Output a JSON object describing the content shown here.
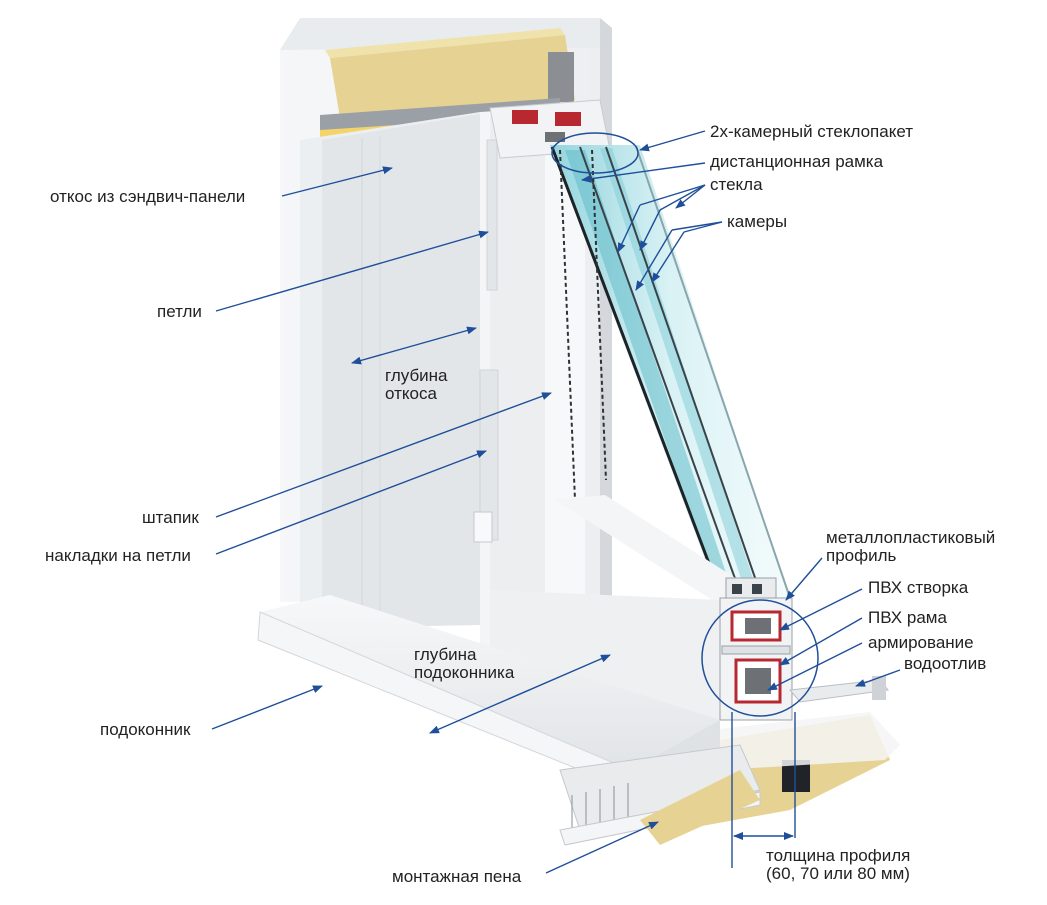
{
  "colors": {
    "arrow": "#1f4f9a",
    "text": "#222222",
    "pvc": "#f1f3f4",
    "foam": "#e6d394",
    "glass": "#bfe6ec"
  },
  "labels": {
    "glazing_unit": "2х-камерный стеклопакет",
    "spacer_frame": "дистанционная рамка",
    "glass_panes": "стекла",
    "chambers": "камеры",
    "reveal_panel": "откос из сэндвич-панели",
    "hinges": "петли",
    "reveal_depth_1": "глубина",
    "reveal_depth_2": "откоса",
    "glazing_bead": "штапик",
    "hinge_covers": "накладки на петли",
    "profile_1": "металлопластиковый",
    "profile_2": "профиль",
    "pvc_sash": "ПВХ створка",
    "pvc_frame": "ПВХ рама",
    "reinforcement": "армирование",
    "drip": "водоотлив",
    "sill_depth_1": "глубина",
    "sill_depth_2": "подоконника",
    "sill": "подоконник",
    "mounting_foam": "монтажная пена",
    "profile_thickness_1": "толщина профиля",
    "profile_thickness_2": "(60, 70 или 80 мм)"
  }
}
